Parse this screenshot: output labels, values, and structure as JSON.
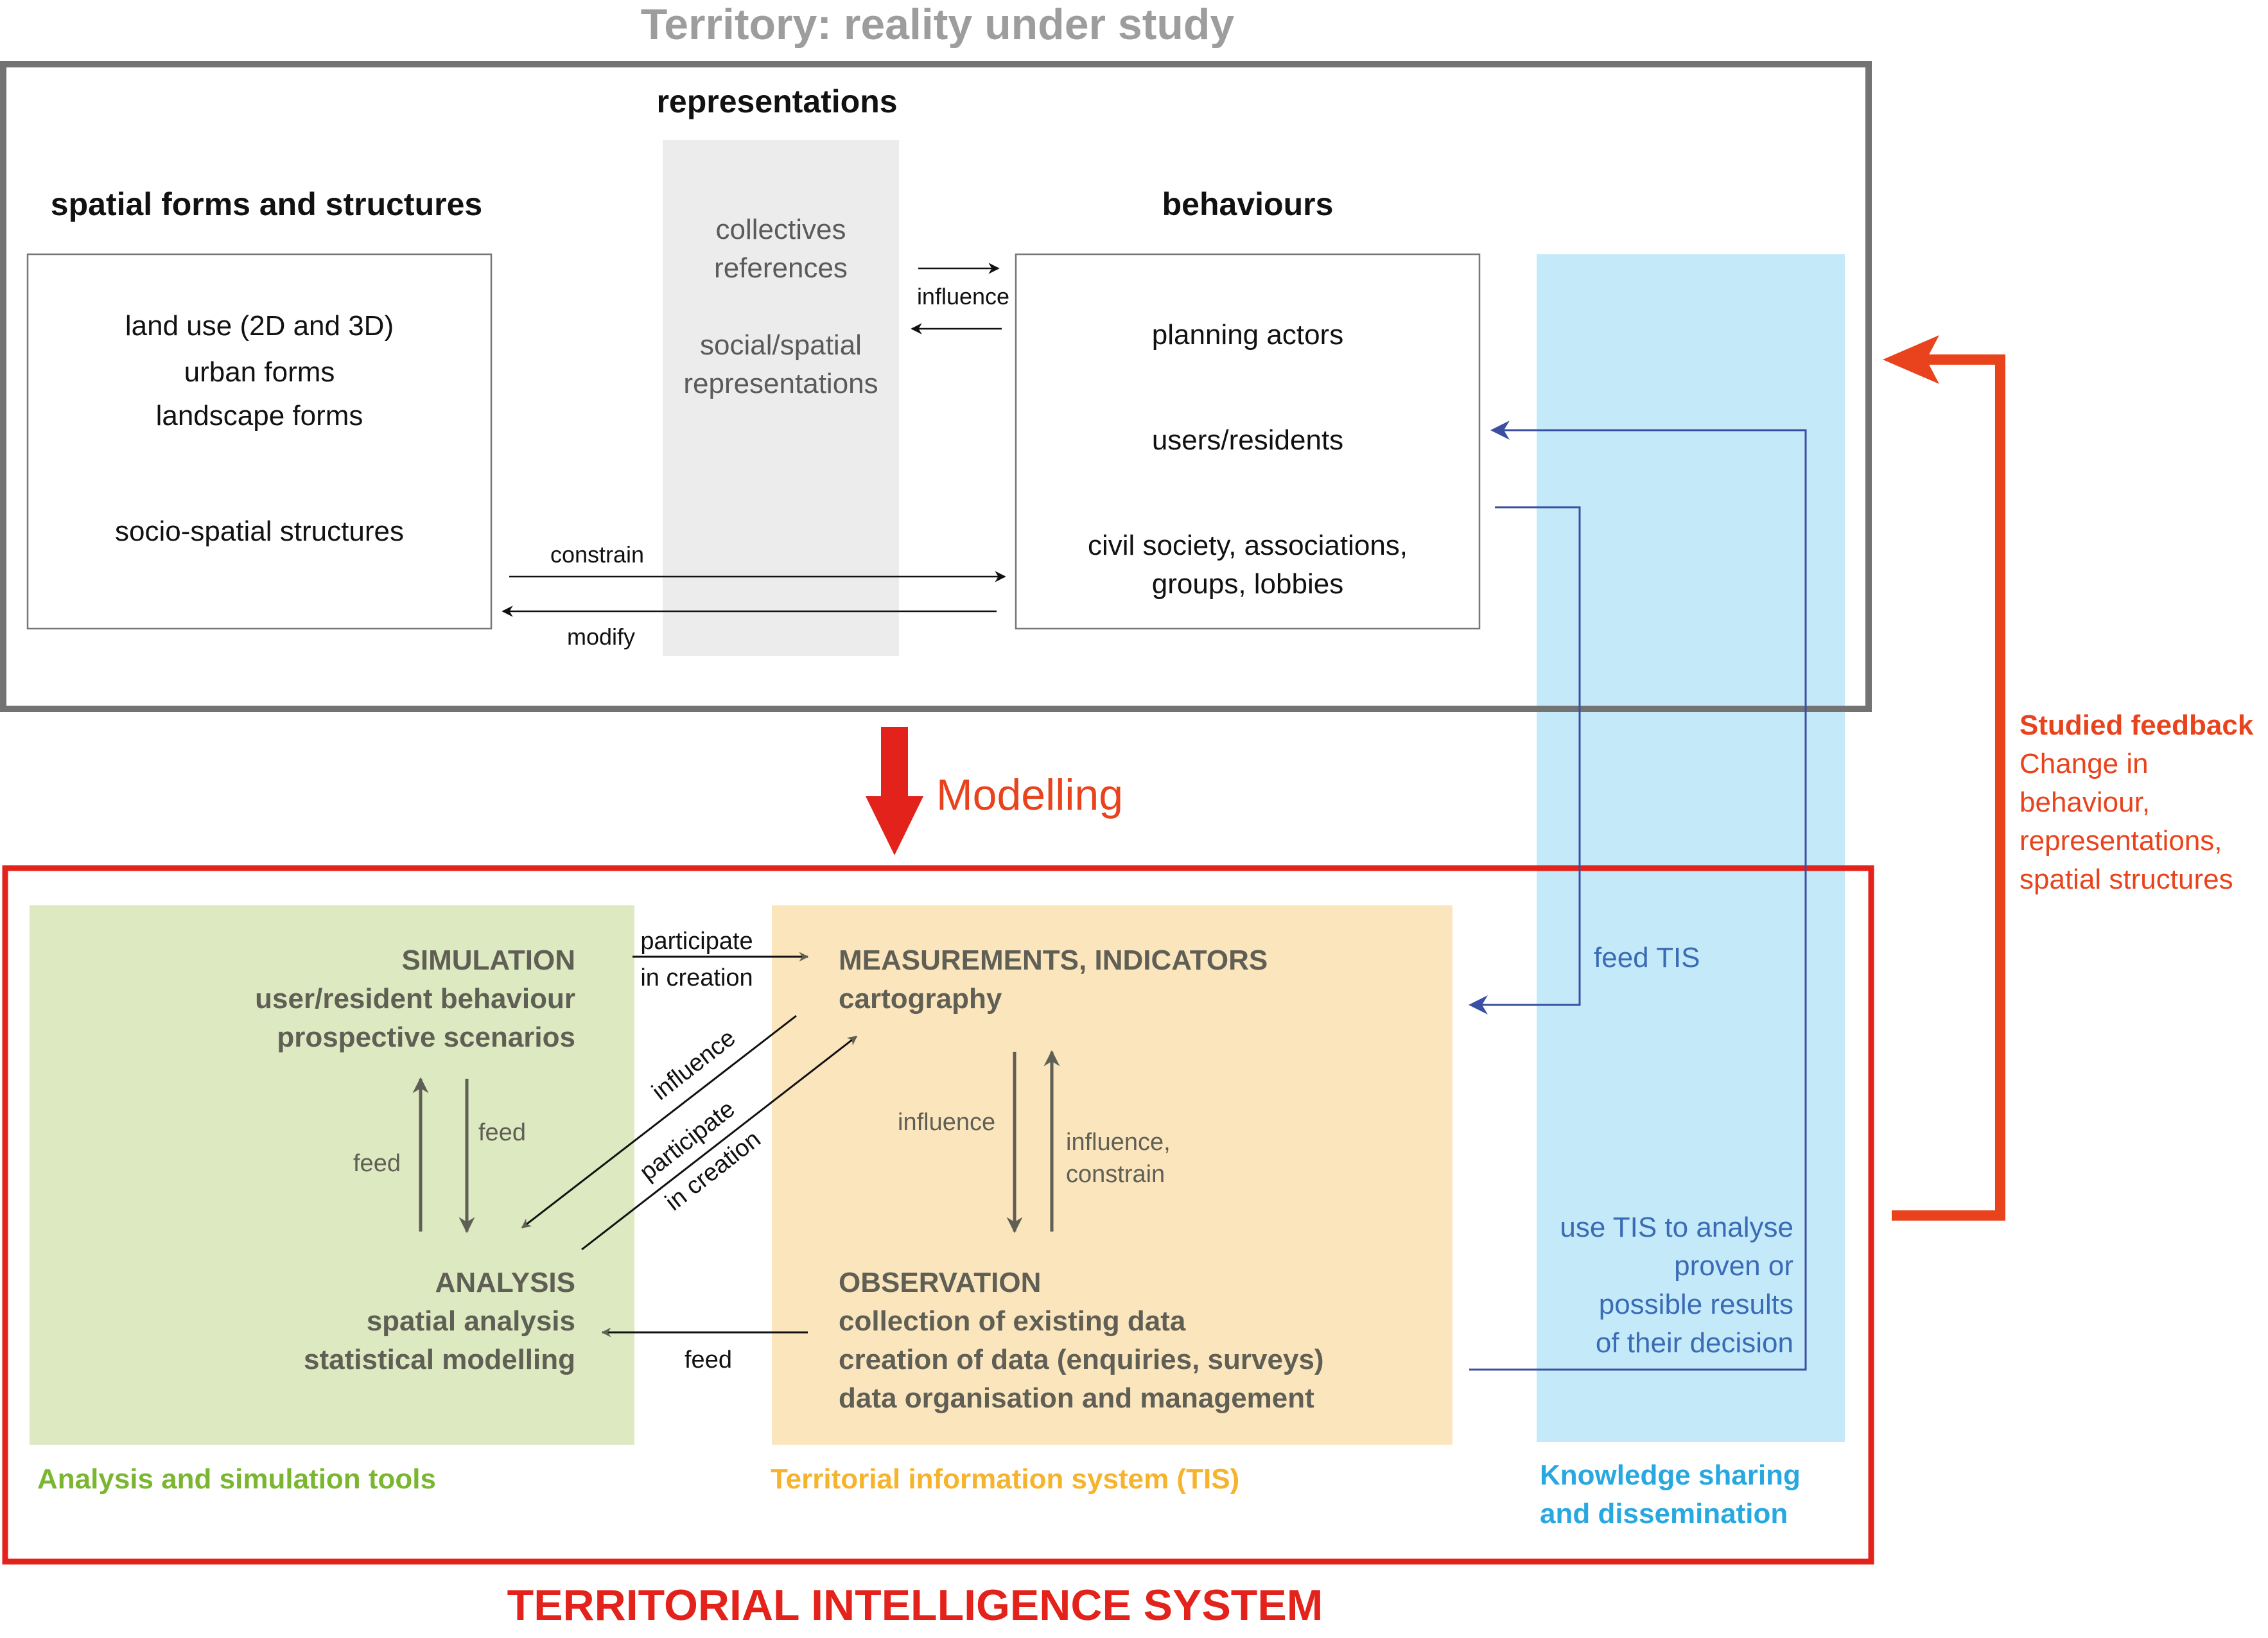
{
  "title_top": "Territory: reality under study",
  "representations": {
    "heading": "representations",
    "lines": [
      "collectives",
      "references",
      "",
      "social/spatial",
      "representations"
    ]
  },
  "spatial": {
    "heading": "spatial forms and structures",
    "items": [
      "land use (2D and 3D)",
      "urban forms",
      "landscape forms",
      "socio-spatial structures"
    ]
  },
  "behaviours": {
    "heading": "behaviours",
    "items": [
      "planning actors",
      "users/residents",
      "civil society, associations,",
      "groups, lobbies"
    ]
  },
  "arrows_top": {
    "influence": "influence",
    "constrain": "constrain",
    "modify": "modify"
  },
  "modelling": "Modelling",
  "studied_feedback": {
    "heading": "Studied feedback",
    "lines": [
      "Change in",
      "behaviour,",
      "representations,",
      "spatial structures"
    ]
  },
  "tis_system": {
    "simulation": [
      "SIMULATION",
      "user/resident behaviour",
      "prospective scenarios"
    ],
    "analysis": [
      "ANALYSIS",
      "spatial analysis",
      "statistical modelling"
    ],
    "measurements": [
      "MEASUREMENTS, INDICATORS",
      "cartography"
    ],
    "observation": [
      "OBSERVATION",
      "collection of existing data",
      "creation of data (enquiries, surveys)",
      "data organisation and management"
    ],
    "labels": {
      "feed_left": "feed",
      "feed_right": "feed",
      "participate1": "participate",
      "participate1b": "in creation",
      "influence_diag": "influence",
      "participate2": "participate",
      "participate2b": "in creation",
      "influence_mid": "influence",
      "influence_constrain1": "influence,",
      "influence_constrain2": "constrain",
      "feed_bottom": "feed"
    },
    "captions": {
      "analysis_tools": "Analysis and simulation tools",
      "tis": "Territorial information system (TIS)",
      "knowledge1": "Knowledge sharing",
      "knowledge2": "and dissemination"
    }
  },
  "knowledge_column": {
    "feed_tis": "feed TIS",
    "use_tis": [
      "use TIS to analyse",
      "proven or",
      "possible results",
      "of their decision"
    ]
  },
  "bottom_title": "TERRITORIAL INTELLIGENCE SYSTEM",
  "colors": {
    "grey_frame": "#737373",
    "red": "#e3231b",
    "orange_red": "#e8431c",
    "green_bg": "#dde9c0",
    "green_text": "#7ab62f",
    "orange_bg": "#fbe5bc",
    "orange_text": "#f6b32b",
    "blue_bg": "#c4e9f9",
    "blue_text": "#28a8e0",
    "dark_blue": "#3a4fa3",
    "light_grey_bg": "#ececec"
  }
}
